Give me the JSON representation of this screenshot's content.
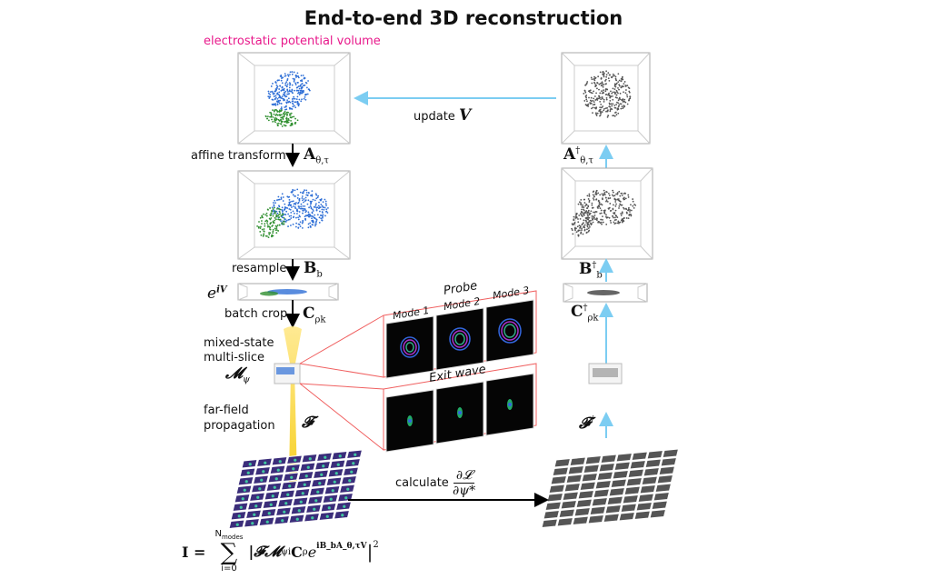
{
  "title": "End-to-end 3D reconstruction",
  "volume_label": "electrostatic potential volume",
  "forward": {
    "affine_label": "affine transform",
    "affine_op": "A",
    "affine_sub": "θ,τ",
    "resample_label": "resample",
    "resample_op": "B",
    "resample_sub": "b",
    "phase_label": "e",
    "phase_sup": "iV",
    "crop_label": "batch crop",
    "crop_op": "C",
    "crop_sub": "ρk",
    "multislice_line1": "mixed-state",
    "multislice_line2": "multi-slice",
    "multislice_op": "𝓜",
    "multislice_sub": "ψ",
    "propagation_line1": "far-field",
    "propagation_line2": "propagation",
    "propagation_op": "𝓕"
  },
  "probe": {
    "title": "Probe",
    "modes": [
      "Mode 1",
      "Mode 2",
      "Mode 3"
    ],
    "exit_wave_title": "Exit wave"
  },
  "gradient": {
    "calculate_label": "calculate",
    "numerator": "∂𝓛",
    "denominator": "∂ψ*"
  },
  "backward": {
    "update_label": "update",
    "update_op": "V",
    "affine_adj": "A",
    "affine_adj_sup": "†",
    "affine_adj_sub": "θ,τ",
    "resample_adj": "B",
    "resample_adj_sup": "†",
    "resample_adj_sub": "b",
    "crop_adj": "C",
    "crop_adj_sup": "†",
    "crop_adj_sub": "ρk",
    "prop_adj": "𝓕",
    "prop_adj_sup": "†"
  },
  "formula": {
    "lhs": "I =",
    "sum_upper": "N",
    "sum_upper_sub": "modes",
    "sum_symbol": "∑",
    "sum_lower": "i=0",
    "body": "|𝓕𝓜",
    "body_sub": "ψi",
    "body_mid": "C",
    "body_mid_sub": "ρ",
    "body_exp_base": "e",
    "body_exp": "iB_bA_θ,τV",
    "body_end": "|",
    "power": "2"
  },
  "colors": {
    "pink": "#e8198b",
    "blue_arrow": "#7ccdf2",
    "red_frame": "#f06060",
    "beam": "#f5c800",
    "volume_blue": "#2f6fd6",
    "volume_green": "#2f8f2f"
  }
}
